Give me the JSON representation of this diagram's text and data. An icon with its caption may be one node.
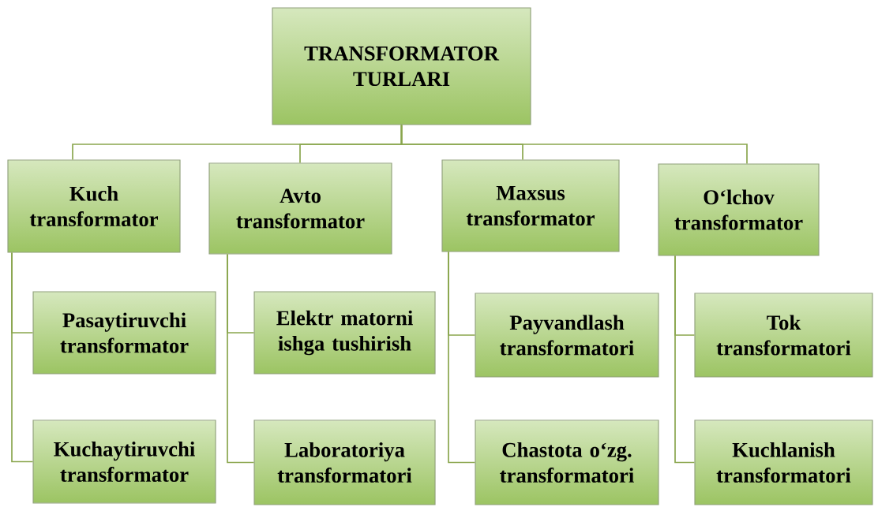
{
  "diagram": {
    "nodes": [
      {
        "text": [
          "TRANSFORMATOR TURLARI"
        ]
      },
      {
        "text": [
          "Kuch transformator"
        ]
      },
      {
        "text": [
          "Avto transformator"
        ]
      },
      {
        "text": [
          "Maxsus transformator"
        ]
      },
      {
        "text": [
          "O‘lchov transformator"
        ]
      },
      {
        "text": [
          "Pasaytiruvchi transformator"
        ]
      },
      {
        "text": [
          "Elektr matorni ishga tushirish"
        ]
      },
      {
        "text": [
          "Payvandlash transformatori"
        ]
      },
      {
        "text": [
          "Tok transformatori"
        ]
      },
      {
        "text": [
          "Kuchaytiruvchi transformator"
        ]
      },
      {
        "text": [
          "Laboratoriya transformatori"
        ]
      },
      {
        "text": [
          "Chastota o‘zg. transformatori"
        ]
      },
      {
        "text": [
          "Kuchlanish transformatori"
        ]
      }
    ],
    "edges": [
      {
        "from": 0,
        "to": 1,
        "arrow": "none"
      },
      {
        "from": 0,
        "to": 2,
        "arrow": "none"
      },
      {
        "from": 0,
        "to": 3,
        "arrow": "none"
      },
      {
        "from": 0,
        "to": 4,
        "arrow": "none"
      },
      {
        "from": 1,
        "to": 5,
        "arrow": "none"
      },
      {
        "from": 1,
        "to": 9,
        "arrow": "none"
      },
      {
        "from": 2,
        "to": 6,
        "arrow": "none"
      },
      {
        "from": 2,
        "to": 10,
        "arrow": "none"
      },
      {
        "from": 3,
        "to": 7,
        "arrow": "none"
      },
      {
        "from": 3,
        "to": 11,
        "arrow": "none"
      },
      {
        "from": 4,
        "to": 8,
        "arrow": "none"
      },
      {
        "from": 4,
        "to": 12,
        "arrow": "none"
      }
    ]
  }
}
